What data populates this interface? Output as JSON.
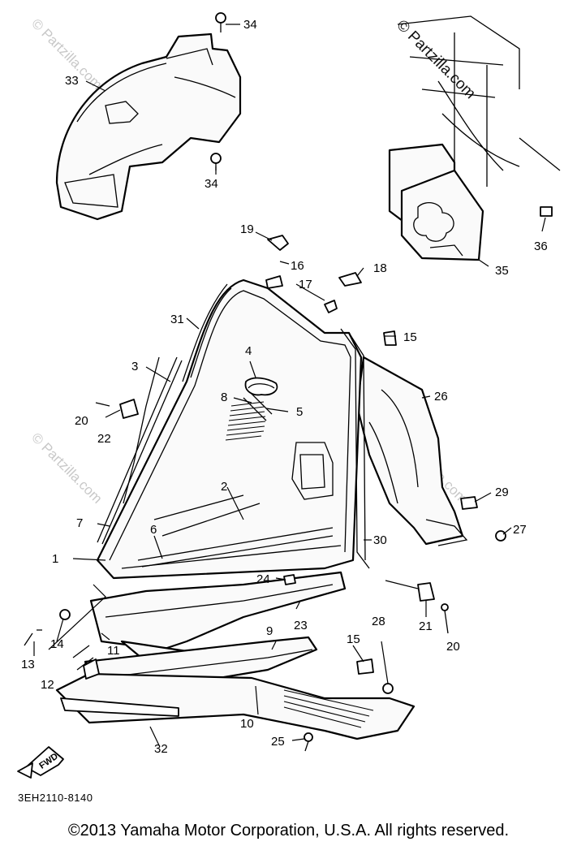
{
  "diagram_code": "3EH2110-8140",
  "copyright": "©2013  Yamaha Motor Corporation, U.S.A. All rights reserved.",
  "fwd_label": "FWD",
  "watermark": "© Partzilla.com",
  "callouts": {
    "c1": "1",
    "c2": "2",
    "c3": "3",
    "c4": "4",
    "c5": "5",
    "c6": "6",
    "c7": "7",
    "c8": "8",
    "c9": "9",
    "c10": "10",
    "c11": "11",
    "c12": "12",
    "c13": "13",
    "c14": "14",
    "c15a": "15",
    "c15b": "15",
    "c16": "16",
    "c17": "17",
    "c18": "18",
    "c19": "19",
    "c20a": "20",
    "c20b": "20",
    "c21": "21",
    "c22": "22",
    "c23": "23",
    "c24": "24",
    "c25": "25",
    "c26": "26",
    "c27": "27",
    "c28": "28",
    "c29": "29",
    "c30": "30",
    "c31": "31",
    "c32": "32",
    "c33": "33",
    "c34a": "34",
    "c34b": "34",
    "c35": "35",
    "c36": "36"
  }
}
